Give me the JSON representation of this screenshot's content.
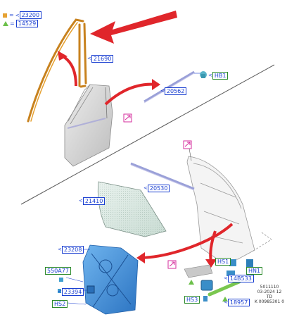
{
  "legend": {
    "orange_square_ref": "23200",
    "green_triangle_ref": "14529",
    "equals_sign": "="
  },
  "callouts": {
    "c21690": "21690",
    "c20562": "20562",
    "c20530": "20530",
    "c21410": "21410",
    "c23208": "23208",
    "c550A77": "550A77",
    "c23394": "23394",
    "cHS2": "HS2",
    "cHB1": "HB1",
    "cHS1": "HS1",
    "c14B533": "14B533",
    "cHN1": "HN1",
    "cHS3": "HS3",
    "c18957": "18957"
  },
  "box_arrow_glyph": "<",
  "footer": {
    "line1": "5011110",
    "line2": "03-2024 12",
    "line3": "TD",
    "line4": "K 00985301 0"
  },
  "colors": {
    "callout_blue": "#1a3fd1",
    "red_arrow": "#e0262b",
    "seal_orange": "#c8821e",
    "part_blue": "#3d8fd6",
    "magenta": "#d62d9c"
  }
}
